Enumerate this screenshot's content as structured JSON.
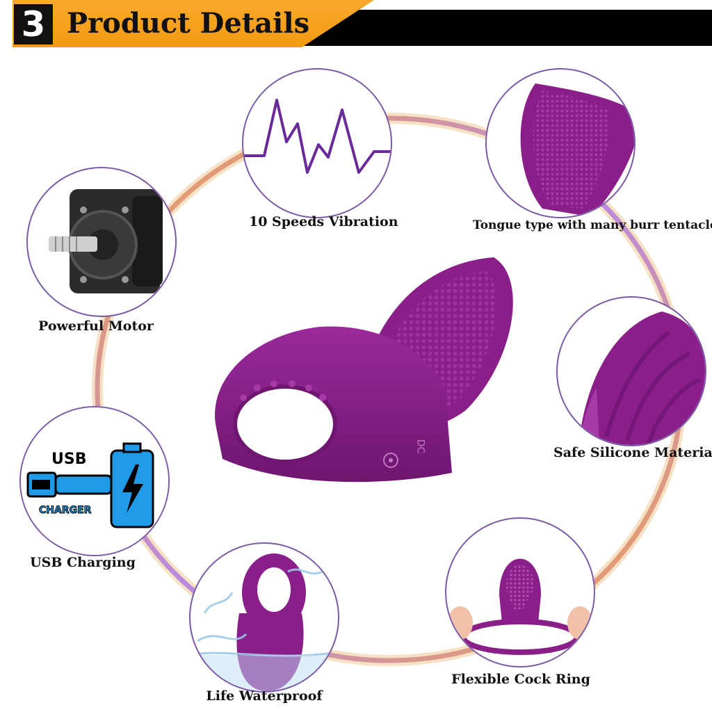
{
  "banner": {
    "number": "3",
    "title": "Product Details"
  },
  "features": {
    "vibration": "10 Speeds Vibration",
    "tongue": "Tongue type with many burr tentacles",
    "motor": "Powerful Motor",
    "silicone": "Safe Silicone Material",
    "usb": "USB Charging",
    "waterproof": "Life Waterproof",
    "flexible": "Flexible Cock Ring"
  },
  "usb_icon": {
    "top_text": "USB",
    "bottom_text": "CHARGER"
  },
  "product": {
    "port_label": "DC"
  },
  "colors": {
    "accent_orange": "#f39a12",
    "product_purple": "#8a1f8a",
    "wave_purple": "#6a2a9a",
    "usb_blue": "#1f9be8"
  }
}
